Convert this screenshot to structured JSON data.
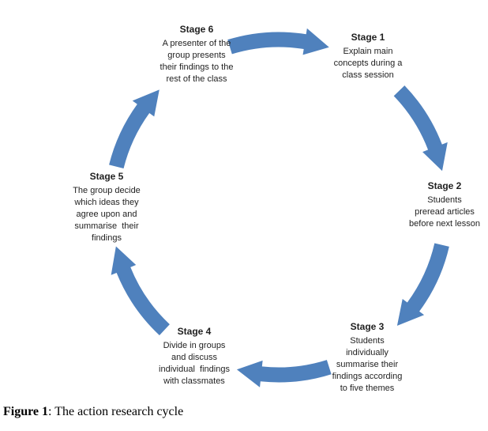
{
  "diagram": {
    "kind": "cycle-diagram",
    "colors": {
      "arrow": "#4f81bd",
      "text": "#1f1f1f"
    }
  },
  "stages": [
    {
      "title": "Stage 1",
      "body": "Explain main\nconcepts during a\nclass session"
    },
    {
      "title": "Stage 2",
      "body": "Students\npreread articles\nbefore next lesson"
    },
    {
      "title": "Stage 3",
      "body": "Students\nindividually\nsummarise their\nfindings according\nto five themes"
    },
    {
      "title": "Stage 4",
      "body": "Divide in groups\nand discuss\nindividual  findings\nwith classmates"
    },
    {
      "title": "Stage 5",
      "body": "The group decide\nwhich ideas they\nagree upon and\nsummarise  their\nfindings"
    },
    {
      "title": "Stage 6",
      "body": "A presenter of the\ngroup presents\ntheir findings to the\nrest of the class"
    }
  ],
  "caption": {
    "bold": "Figure 1",
    "rest": ": The action research cycle"
  }
}
